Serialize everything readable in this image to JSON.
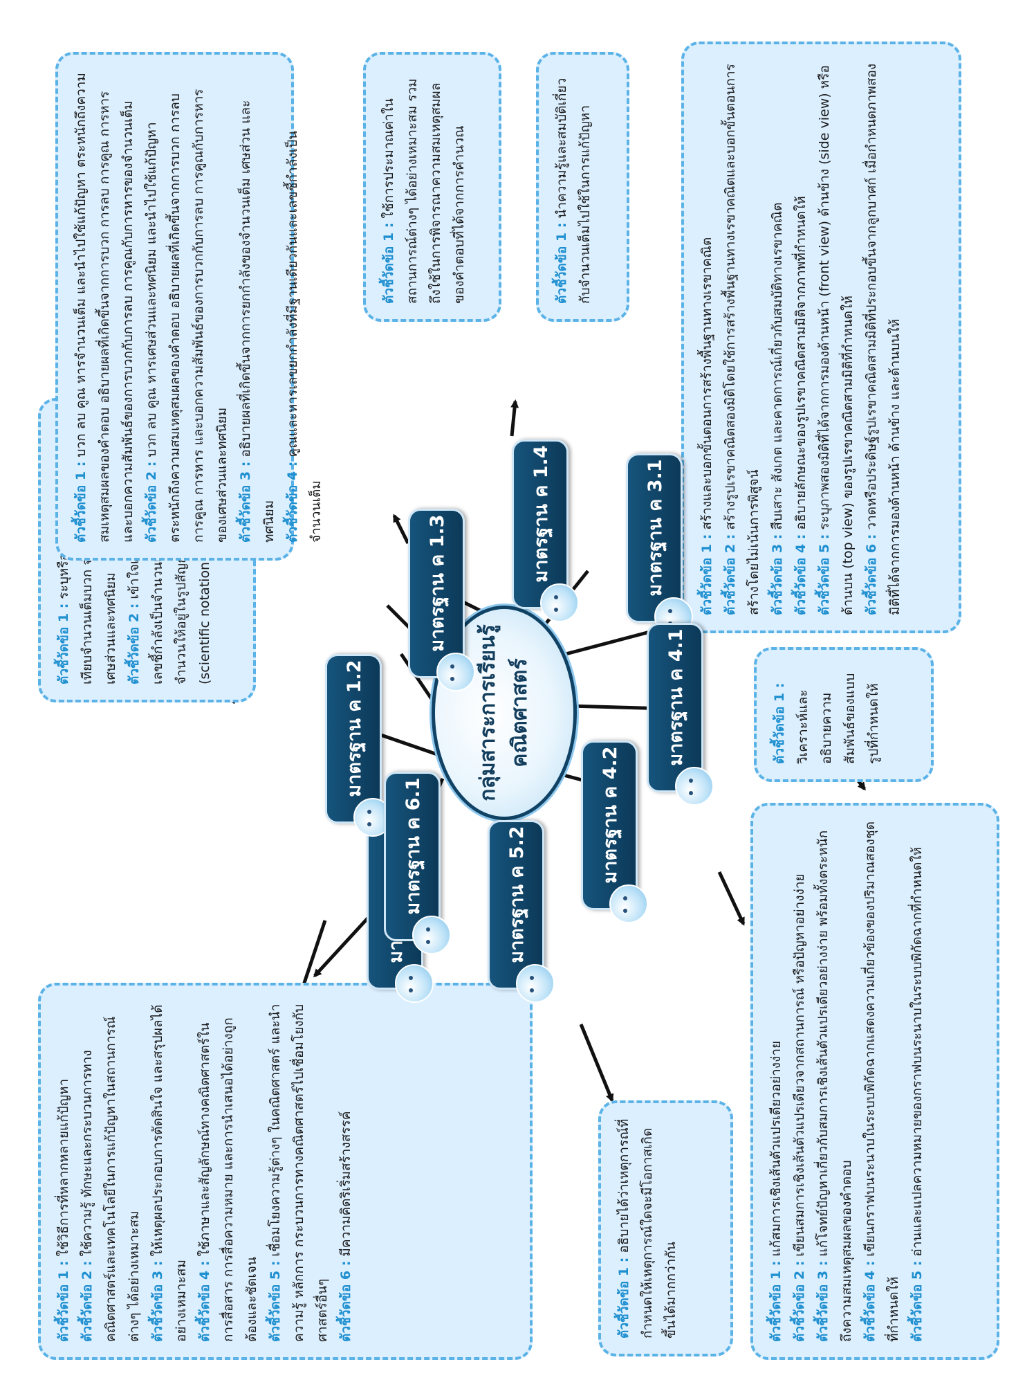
{
  "center": {
    "line1": "กลุ่มสาระการเรียนรู้",
    "line2": "คณิตศาสตร์"
  },
  "standards": [
    {
      "label": "มาตรฐาน ค 1.1"
    },
    {
      "label": "มาตรฐาน ค 1.2"
    },
    {
      "label": "มาตรฐาน ค 1.3"
    },
    {
      "label": "มาตรฐาน ค 1.4"
    },
    {
      "label": "มาตรฐาน ค 3.1"
    },
    {
      "label": "มาตรฐาน ค 4.1"
    },
    {
      "label": "มาตรฐาน ค 4.2"
    },
    {
      "label": "มาตรฐาน ค 5.2"
    },
    {
      "label": "มาตรฐาน ค 6.1"
    }
  ],
  "boxes": {
    "b11": [
      {
        "label": "ตัวชี้วัดข้อ 1 :",
        "text": "ระบุหรือยกตัวอย่าง และเปรียบเทียบจำนวนเต็มบวก จำนวนเต็มลบ ศูนย์ เศษส่วนและทศนิยม"
      },
      {
        "label": "ตัวชี้วัดข้อ 2 :",
        "text": "เข้าใจเกี่ยวกับเลขยกกำลังที่มีเลขชี้กำลังเป็นจำนวนเต็ม และเขียนแสดงจำนวนให้อยู่ในรูปสัญกรณ์วิทยาศาสตร์ (scientific notation)"
      }
    ],
    "b12": [
      {
        "label": "ตัวชี้วัดข้อ 1 :",
        "text": "บวก ลบ คูณ หารจำนวนเต็ม และนำไปใช้แก้ปัญหา ตระหนักถึงความสมเหตุสมผลของคำตอบ อธิบายผลที่เกิดขึ้นจากการบวก การลบ การคูณ การหาร และบอกความสัมพันธ์ของการบวกกับการลบ การคูณกับการหารของจำนวนเต็ม"
      },
      {
        "label": "ตัวชี้วัดข้อ 2 :",
        "text": "บวก ลบ คูณ หารเศษส่วนและทศนิยม และนำไปใช้แก้ปัญหา ตระหนักถึงความสมเหตุสมผลของคำตอบ อธิบายผลที่เกิดขึ้นจากการบวก การลบ การคูณ การหาร และบอกความสัมพันธ์ของการบวกกับการลบ การคูณกับการหารของเศษส่วนและทศนิยม"
      },
      {
        "label": "ตัวชี้วัดข้อ 3 :",
        "text": "อธิบายผลที่เกิดขึ้นจากการยกกำลังของจำนวนเต็ม เศษส่วน และทศนิยม"
      },
      {
        "label": "ตัวชี้วัดข้อ 4 :",
        "text": "คูณและหารเลขยกกำลังที่มีฐานเดียวกันและเลขชี้กำลังเป็นจำนวนเต็ม"
      }
    ],
    "b13": [
      {
        "label": "ตัวชี้วัดข้อ 1 :",
        "text": "ใช้การประมาณค่าในสถานการณ์ต่างๆ ได้อย่างเหมาะสม รวมถึงใช้ในการพิจารณาความสมเหตุสมผลของคำตอบที่ได้จากการคำนวณ"
      }
    ],
    "b14": [
      {
        "label": "ตัวชี้วัดข้อ 1 :",
        "text": "นำความรู้และสมบัติเกี่ยวกับจำนวนเต็มไปใช้ในการแก้ปัญหา"
      }
    ],
    "b31": [
      {
        "label": "ตัวชี้วัดข้อ 1 :",
        "text": "สร้างและบอกขั้นตอนการสร้างพื้นฐานทางเรขาคณิต"
      },
      {
        "label": "ตัวชี้วัดข้อ 2 :",
        "text": "สร้างรูปเรขาคณิตสองมิติโดยใช้การสร้างพื้นฐานทางเรขาคณิตและบอกขั้นตอนการสร้างโดยไม่เน้นการพิสูจน์"
      },
      {
        "label": "ตัวชี้วัดข้อ 3 :",
        "text": "สืบเสาะ สังเกต และคาดการณ์เกี่ยวกับสมบัติทางเรขาคณิต"
      },
      {
        "label": "ตัวชี้วัดข้อ 4 :",
        "text": "อธิบายลักษณะของรูปเรขาคณิตสามมิติจากภาพที่กำหนดให้"
      },
      {
        "label": "ตัวชี้วัดข้อ 5 :",
        "text": "ระบุภาพสองมิติที่ได้จากการมองด้านหน้า (front view) ด้านข้าง (side view) หรือ ด้านบน (top view) ของรูปเรขาคณิตสามมิติที่กำหนดให้"
      },
      {
        "label": "ตัวชี้วัดข้อ 6 :",
        "text": "วาดหรือประดิษฐ์รูปเรขาคณิตสามมิติที่ประกอบขึ้นจากลูกบาศก์ เมื่อกำหนดภาพสองมิติที่ได้จากการมองด้านหน้า ด้านข้าง และด้านบนให้"
      }
    ],
    "b41": [
      {
        "label": "ตัวชี้วัดข้อ 1 :",
        "text": "วิเคราะห์และอธิบายความสัมพันธ์ของแบบรูปที่กำหนดให้"
      }
    ],
    "b42": [
      {
        "label": "ตัวชี้วัดข้อ 1 :",
        "text": "แก้สมการเชิงเส้นตัวแปรเดียวอย่างง่าย"
      },
      {
        "label": "ตัวชี้วัดข้อ 2 :",
        "text": "เขียนสมการเชิงเส้นตัวแปรเดียวจากสถานการณ์ หรือปัญหาอย่างง่าย"
      },
      {
        "label": "ตัวชี้วัดข้อ 3 :",
        "text": "แก้โจทย์ปัญหาเกี่ยวกับสมการเชิงเส้นตัวแปรเดียวอย่างง่าย พร้อมทั้งตระหนักถึงความสมเหตุสมผลของคำตอบ"
      },
      {
        "label": "ตัวชี้วัดข้อ 4 :",
        "text": "เขียนกราฟบนระนาบในระบบพิกัดฉากแสดงความเกี่ยวข้องของปริมาณสองชุดที่กำหนดให้"
      },
      {
        "label": "ตัวชี้วัดข้อ 5 :",
        "text": "อ่านและแปลความหมายของกราฟบนระนาบในระบบพิกัดฉากที่กำหนดให้"
      }
    ],
    "b52": [
      {
        "label": "ตัวชี้วัดข้อ 1 :",
        "text": "อธิบายได้ว่าเหตุการณ์ที่กำหนดให้เหตุการณ์ใดจะมีโอกาสเกิดขึ้นได้มากกว่ากัน"
      }
    ],
    "b61": [
      {
        "label": "ตัวชี้วัดข้อ 1 :",
        "text": "ใช้วิธีการที่หลากหลายแก้ปัญหา"
      },
      {
        "label": "ตัวชี้วัดข้อ 2 :",
        "text": "ใช้ความรู้ ทักษะและกระบวนการทางคณิตศาสตร์และเทคโนโลยีในการแก้ปัญหาในสถานการณ์ต่างๆ ได้อย่างเหมาะสม"
      },
      {
        "label": "ตัวชี้วัดข้อ 3 :",
        "text": "ให้เหตุผลประกอบการตัดสินใจ และสรุปผลได้อย่างเหมาะสม"
      },
      {
        "label": "ตัวชี้วัดข้อ 4 :",
        "text": "ใช้ภาษาและสัญลักษณ์ทางคณิตศาสตร์ในการสื่อสาร การสื่อความหมาย และการนำเสนอได้อย่างถูกต้องและชัดเจน"
      },
      {
        "label": "ตัวชี้วัดข้อ 5 :",
        "text": "เชื่อมโยงความรู้ต่างๆ ในคณิตศาสตร์ และนำความรู้ หลักการ กระบวนการทางคณิตศาสตร์ไปเชื่อมโยงกับศาสตร์อื่นๆ"
      },
      {
        "label": "ตัวชี้วัดข้อ 6 :",
        "text": "มีความคิดริเริ่มสร้างสรรค์"
      }
    ]
  },
  "colors": {
    "box_fill": "#dcefff",
    "box_border": "#5ab2e6",
    "label": "#1e8fcf",
    "standard_fill": "#0f4264",
    "line": "#111111"
  }
}
